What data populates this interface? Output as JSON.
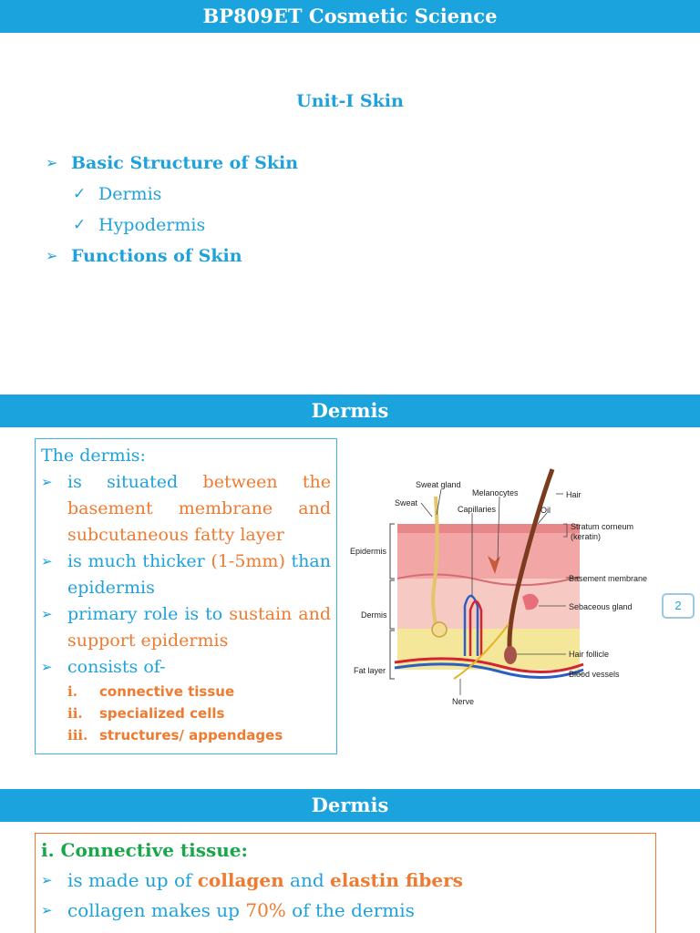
{
  "slide1": {
    "banner": "BP809ET Cosmetic Science",
    "unit_title": "Unit-I Skin",
    "outline": [
      {
        "label": "Basic Structure of Skin",
        "children": [
          "Dermis",
          "Hypodermis"
        ]
      },
      {
        "label": "Functions of Skin",
        "children": []
      }
    ]
  },
  "slide2": {
    "banner": "Dermis",
    "lead": "The dermis:",
    "bullets": [
      {
        "pre": "is situated ",
        "hl": "between the basement membrane and subcutaneous fatty layer",
        "post": ""
      },
      {
        "pre": "is much thicker ",
        "hl": "(1-5mm)",
        "post": " than epidermis"
      },
      {
        "pre": "primary role is to ",
        "hl": "sustain and support epidermis",
        "post": ""
      },
      {
        "pre": "consists of-",
        "hl": "",
        "post": ""
      }
    ],
    "subitems": [
      {
        "num": "i.",
        "text": "connective tissue"
      },
      {
        "num": "ii.",
        "text": "specialized cells"
      },
      {
        "num": "iii.",
        "text": "structures/ appendages"
      }
    ],
    "diagram_labels": {
      "sweat_gland": "Sweat gland",
      "melanocytes": "Melanocytes",
      "hair": "Hair",
      "sweat": "Sweat",
      "capillaries": "Capillaries",
      "oil": "Oil",
      "stratum1": "Stratum corneum",
      "stratum2": "(keratin)",
      "epidermis": "Epidermis",
      "basement": "Basement membrane",
      "dermis": "Dermis",
      "sebaceous": "Sebaceous gland",
      "hair_follicle": "Hair follicle",
      "fat_layer": "Fat layer",
      "blood_vessels": "Blood vessels",
      "nerve": "Nerve"
    },
    "page_number": "2"
  },
  "slide3": {
    "banner": "Dermis",
    "title": "i. Connective tissue:",
    "bullets": [
      {
        "pre": "is made up of ",
        "b1": "collagen",
        "mid": " and ",
        "b2": "elastin fibers"
      },
      {
        "pre": "collagen makes up ",
        "hl": "70%",
        "post": " of the dermis"
      }
    ]
  },
  "colors": {
    "accent": "#1aa3dd",
    "highlight": "#ef7b30",
    "green": "#19a74a"
  }
}
